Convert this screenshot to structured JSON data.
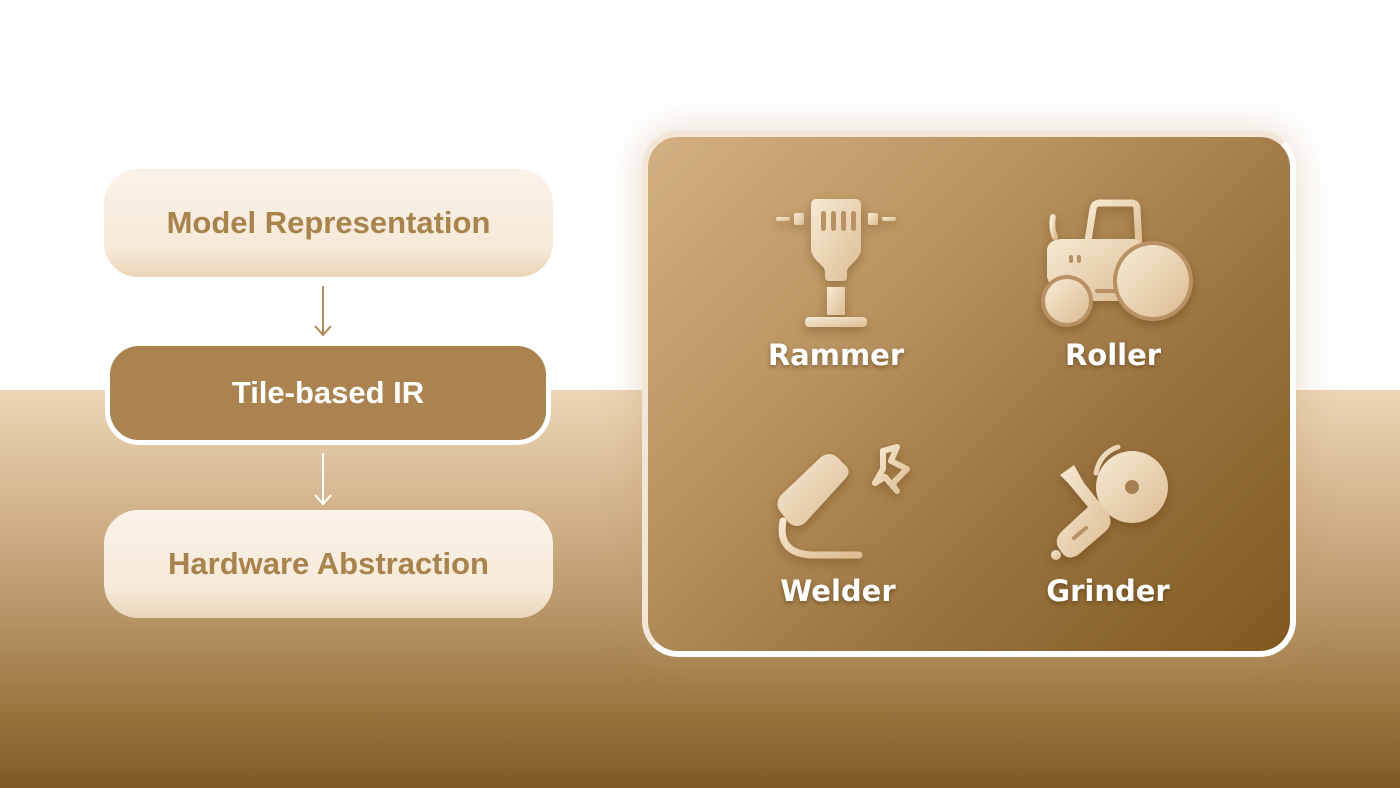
{
  "flow": {
    "nodes": [
      {
        "label": "Model Representation",
        "style": "light"
      },
      {
        "label": "Tile-based IR",
        "style": "highlighted"
      },
      {
        "label": "Hardware Abstraction",
        "style": "light"
      }
    ],
    "arrows": [
      "down-arrow",
      "down-arrow"
    ]
  },
  "panel": {
    "tools": [
      {
        "label": "Rammer",
        "icon": "jackhammer-icon"
      },
      {
        "label": "Roller",
        "icon": "road-roller-icon"
      },
      {
        "label": "Welder",
        "icon": "welding-torch-icon"
      },
      {
        "label": "Grinder",
        "icon": "angle-grinder-icon"
      }
    ]
  },
  "colors": {
    "accent": "#ab8350",
    "text_light_node": "#a8834c",
    "light_node_bg": "#f8eee2",
    "panel_dark": "#80591f",
    "panel_light": "#d3b083",
    "icon_fill": "#f2e0c3"
  }
}
